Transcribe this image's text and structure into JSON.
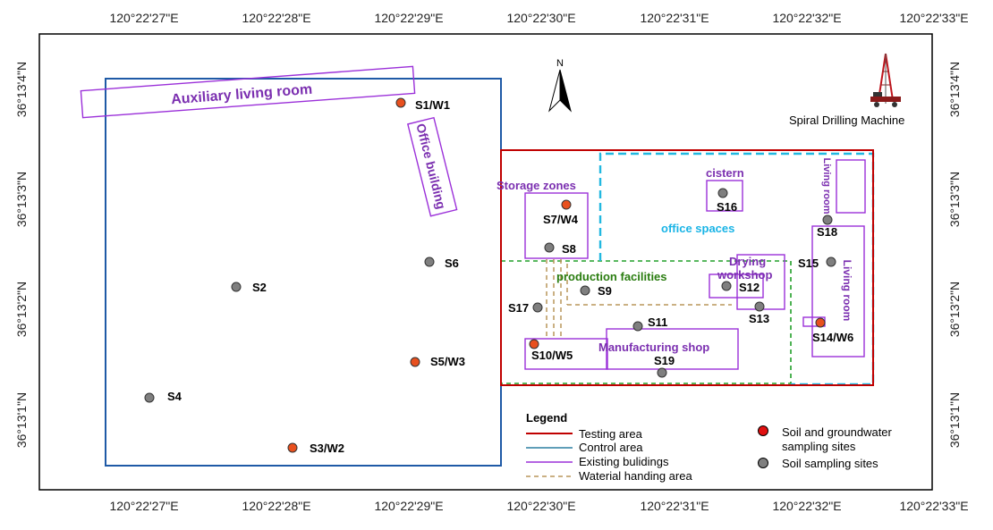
{
  "axes": {
    "x_ticks": [
      "120°22'27\"E",
      "120°22'28\"E",
      "120°22'29\"E",
      "120°22'30\"E",
      "120°22'31\"E",
      "120°22'32\"E",
      "120°22'33\"E"
    ],
    "y_ticks": [
      "36°13'4\"N",
      "36°13'3\"N",
      "36°13'2\"N",
      "36°13'1\"N"
    ]
  },
  "north_arrow": {
    "label": "N"
  },
  "drill": {
    "label": "Spiral Drilling Machine"
  },
  "buildings": {
    "aux_living": "Auxiliary living room",
    "office_building": "Office building",
    "storage": "Storage zones",
    "cistern": "cistern",
    "office_spaces": "office spaces",
    "production": "production facilities",
    "drying_1": "Drying",
    "drying_2": "workshop",
    "manufacturing": "Manufacturing shop",
    "living_top": "Living room",
    "living_side": "Living room"
  },
  "sites": [
    {
      "id": "S1/W1",
      "type": "soil_groundwater"
    },
    {
      "id": "S2",
      "type": "soil"
    },
    {
      "id": "S3/W2",
      "type": "soil_groundwater"
    },
    {
      "id": "S4",
      "type": "soil"
    },
    {
      "id": "S5/W3",
      "type": "soil_groundwater"
    },
    {
      "id": "S6",
      "type": "soil"
    },
    {
      "id": "S7/W4",
      "type": "soil_groundwater"
    },
    {
      "id": "S8",
      "type": "soil"
    },
    {
      "id": "S9",
      "type": "soil"
    },
    {
      "id": "S10/W5",
      "type": "soil_groundwater"
    },
    {
      "id": "S11",
      "type": "soil"
    },
    {
      "id": "S12",
      "type": "soil"
    },
    {
      "id": "S13",
      "type": "soil"
    },
    {
      "id": "S14/W6",
      "type": "soil_groundwater"
    },
    {
      "id": "S15",
      "type": "soil"
    },
    {
      "id": "S16",
      "type": "soil"
    },
    {
      "id": "S17",
      "type": "soil"
    },
    {
      "id": "S18",
      "type": "soil"
    },
    {
      "id": "S19",
      "type": "soil"
    }
  ],
  "legend": {
    "title": "Legend",
    "testing": "Testing area",
    "control": "Control  area",
    "buildings": "Existing bulidings",
    "material": "Waterial handing area",
    "soil_gw_1": "Soil and groundwater",
    "soil_gw_2": "sampling sites",
    "soil": "Soil sampling sites"
  },
  "colors": {
    "testing": "#c00000",
    "control": "#1f5aa6",
    "buildings": "#9b30d9",
    "material": "#b8955a",
    "production_zone": "#22a02a",
    "office_zone": "#22b8e0",
    "soil_gw_point": "#e8501e",
    "soil_point": "#7f7f7f",
    "label_purple": "#7b2fb0",
    "label_cyan": "#19b4e6",
    "label_green": "#2a7d10"
  }
}
